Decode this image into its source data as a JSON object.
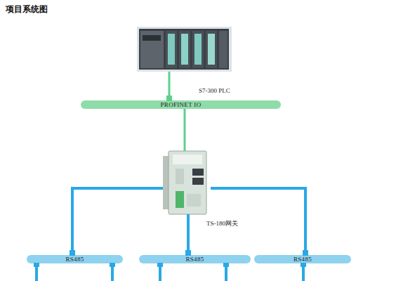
{
  "diagram": {
    "title": "项目系统图",
    "nodes": [
      {
        "text": [
          "S7-300 PLC"
        ]
      },
      {
        "text": [
          "PROFINET IO"
        ]
      },
      {
        "text": [
          "TS-180网关"
        ]
      },
      {
        "text": [
          "RS485"
        ]
      },
      {
        "text": [
          "RS485"
        ]
      },
      {
        "text": [
          "RS485"
        ]
      }
    ],
    "edges": [
      {
        "from": 0,
        "to": 1,
        "arrow": "none"
      },
      {
        "from": 1,
        "to": 2,
        "arrow": "none"
      },
      {
        "from": 2,
        "to": 3,
        "arrow": "none"
      },
      {
        "from": 2,
        "to": 4,
        "arrow": "none"
      },
      {
        "from": 2,
        "to": 5,
        "arrow": "none"
      }
    ]
  }
}
